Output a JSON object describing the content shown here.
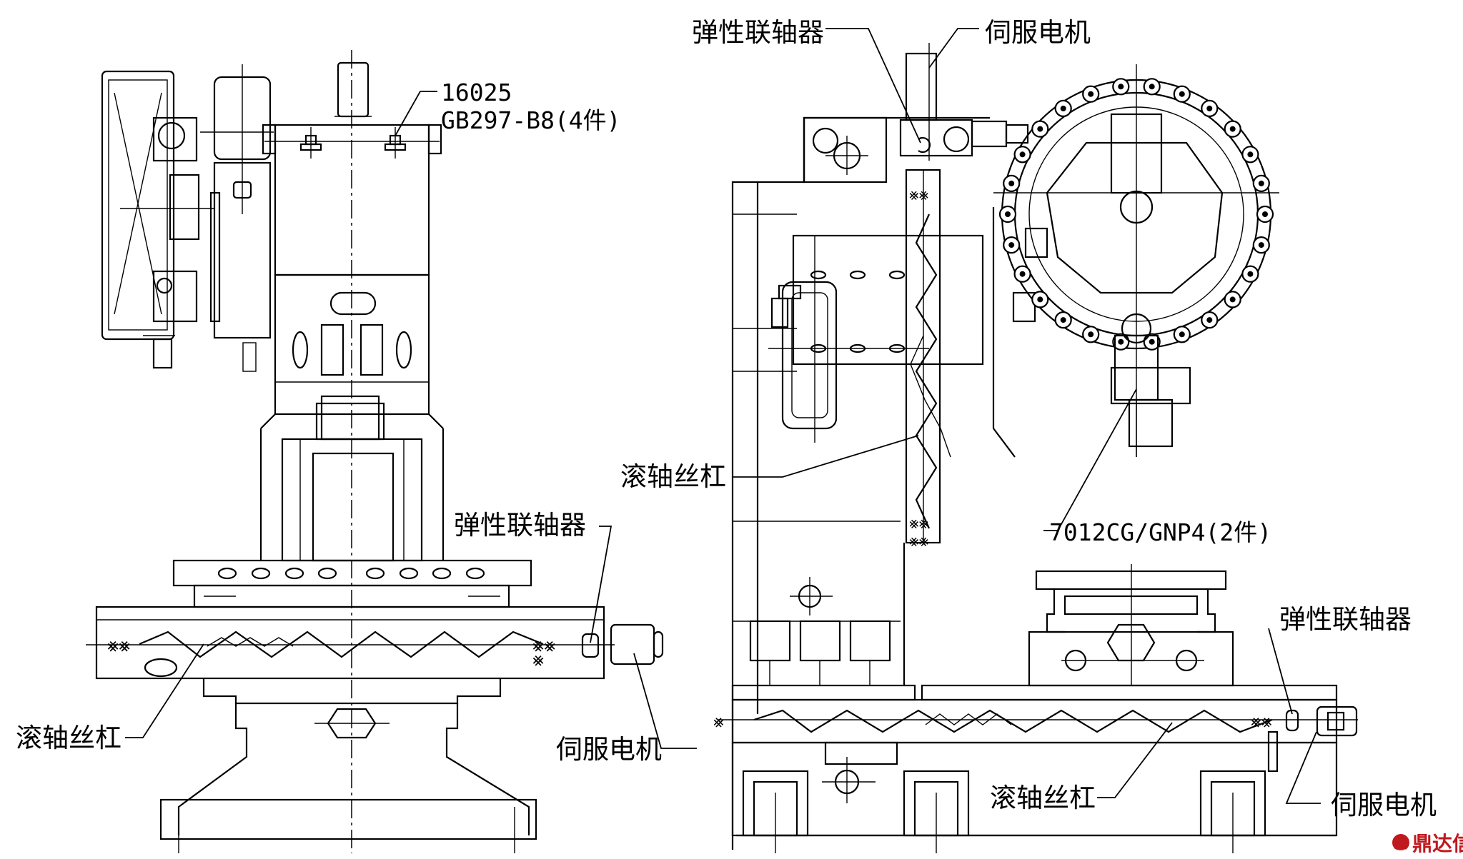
{
  "labels": {
    "left_bearing_part": "16025",
    "left_bearing_standard": "GB297-B8(4件)",
    "left_coupling": "弹性联轴器",
    "left_ball_screw": "滚轴丝杠",
    "left_servo_motor": "伺服电机",
    "top_coupling": "弹性联轴器",
    "top_servo_motor": "伺服电机",
    "mid_ball_screw": "滚轴丝杠",
    "bearing_spec": "7012CG/GNP4(2件)",
    "right_coupling": "弹性联轴器",
    "bottom_ball_screw": "滚轴丝杠",
    "right_servo_motor": "伺服电机"
  },
  "watermark": {
    "text": "鼎达信",
    "color": "#c0181f"
  }
}
